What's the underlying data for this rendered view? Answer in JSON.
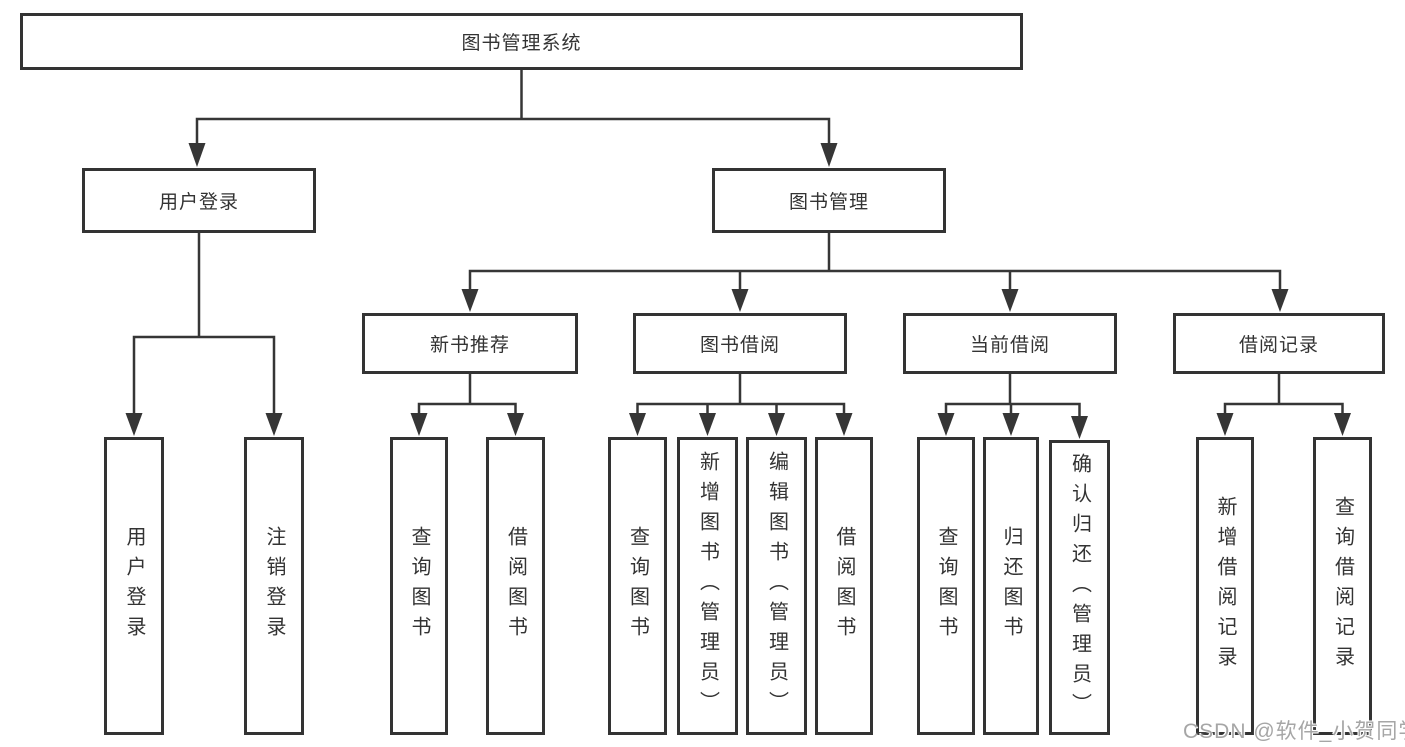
{
  "nodes": {
    "root": "图书管理系统",
    "user_login": "用户登录",
    "book_mgmt": "图书管理",
    "new_book_rec": "新书推荐",
    "book_borrow": "图书借阅",
    "current_borrow": "当前借阅",
    "borrow_records": "借阅记录",
    "leaf_user_login": "用户登录",
    "leaf_logout": "注销登录",
    "leaf_query_book_rec": "查询图书",
    "leaf_borrow_book_rec": "借阅图书",
    "leaf_query_book_borrow": "查询图书",
    "leaf_add_book_admin": "新增图书（管理员）",
    "leaf_edit_book_admin": "编辑图书（管理员）",
    "leaf_borrow_book": "借阅图书",
    "leaf_query_book_current": "查询图书",
    "leaf_return_book": "归还图书",
    "leaf_confirm_return_admin": "确认归还（管理员）",
    "leaf_add_borrow_record": "新增借阅记录",
    "leaf_query_borrow_record": "查询借阅记录"
  },
  "hierarchy": {
    "root": [
      "user_login",
      "book_mgmt"
    ],
    "user_login": [
      "leaf_user_login",
      "leaf_logout"
    ],
    "book_mgmt": [
      "new_book_rec",
      "book_borrow",
      "current_borrow",
      "borrow_records"
    ],
    "new_book_rec": [
      "leaf_query_book_rec",
      "leaf_borrow_book_rec"
    ],
    "book_borrow": [
      "leaf_query_book_borrow",
      "leaf_add_book_admin",
      "leaf_edit_book_admin",
      "leaf_borrow_book"
    ],
    "current_borrow": [
      "leaf_query_book_current",
      "leaf_return_book",
      "leaf_confirm_return_admin"
    ],
    "borrow_records": [
      "leaf_add_borrow_record",
      "leaf_query_borrow_record"
    ]
  },
  "watermark": {
    "text": "CSDN @软件_小贺同学"
  },
  "colors": {
    "line": "#363636",
    "border": "#333333",
    "text": "#333333",
    "background": "#ffffff",
    "watermark": "#a6a6a6"
  }
}
